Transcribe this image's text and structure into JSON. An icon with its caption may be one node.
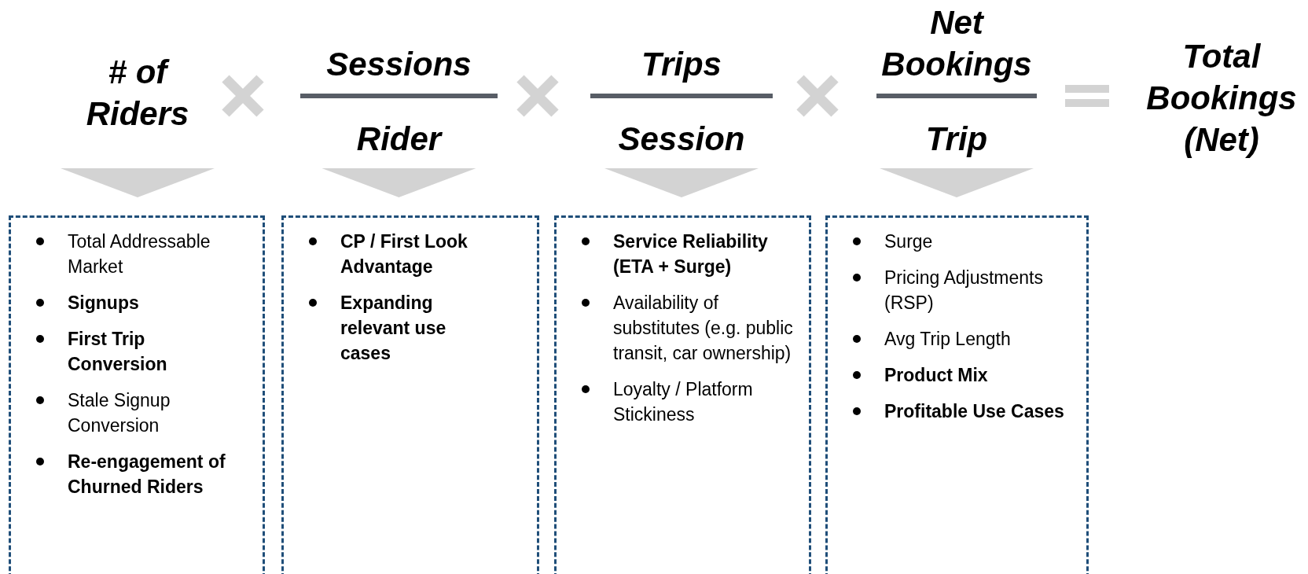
{
  "diagram": {
    "nodes": [
      {
        "text": [
          "# of Riders"
        ]
      },
      {
        "text": [
          "Sessions",
          "Rider"
        ]
      },
      {
        "text": [
          "Trips",
          "Session"
        ]
      },
      {
        "text": [
          "Net Bookings",
          "Trip"
        ]
      },
      {
        "text": [
          "Total Bookings (Net)"
        ]
      },
      {
        "text": [
          "Total Addressable Market",
          "**Signups**",
          "**First Trip Conversion**",
          "Stale Signup Conversion",
          "**Re-engagement of Churned Riders**"
        ]
      },
      {
        "text": [
          "**CP / First Look Advantage**",
          "**Expanding relevant use cases**"
        ]
      },
      {
        "text": [
          "**Service Reliability (ETA + Surge)**",
          "Availability of substitutes (e.g. public transit, car ownership)",
          "Loyalty / Platform Stickiness"
        ]
      },
      {
        "text": [
          "Surge",
          "Pricing Adjustments (RSP)",
          "Avg Trip Length",
          "**Product Mix**",
          "**Profitable Use Cases**"
        ]
      }
    ],
    "edges": [
      {
        "from": 0,
        "to": 5,
        "arrow": "to"
      },
      {
        "from": 1,
        "to": 6,
        "arrow": "to"
      },
      {
        "from": 2,
        "to": 7,
        "arrow": "to"
      },
      {
        "from": 3,
        "to": 8,
        "arrow": "to"
      }
    ]
  }
}
